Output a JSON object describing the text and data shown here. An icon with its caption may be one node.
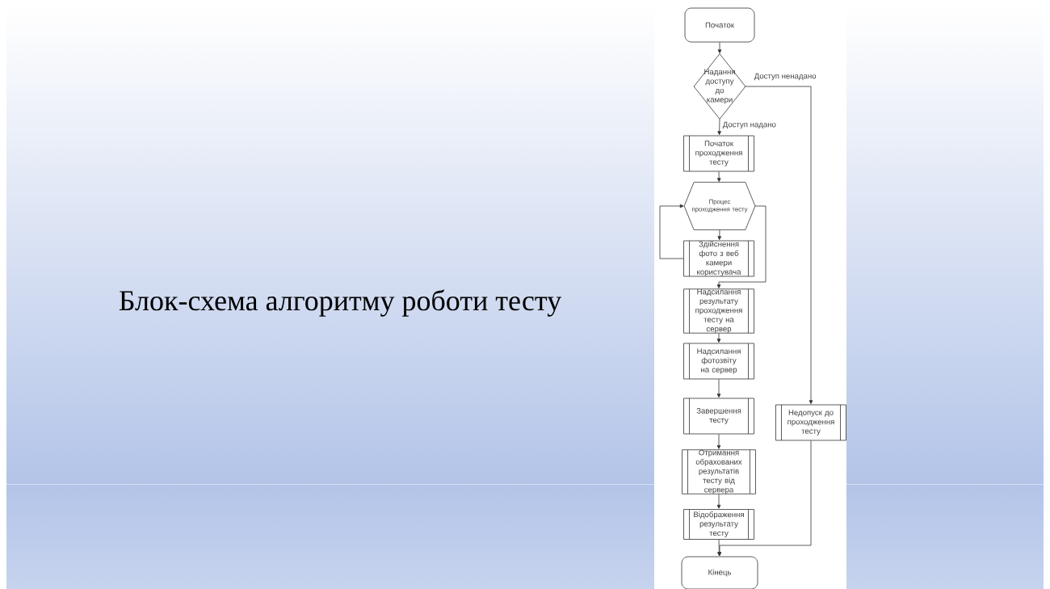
{
  "diagram": {
    "title": "Блок-схема алгоритму роботи тесту",
    "nodes": [
      {
        "text": [
          "Початок"
        ]
      },
      {
        "text": [
          "Надання доступу до камери"
        ]
      },
      {
        "text": [
          "Початок проходження тесту"
        ]
      },
      {
        "text": [
          "Процес проходження тесту"
        ]
      },
      {
        "text": [
          "Здійснення фото з веб камери користувача"
        ]
      },
      {
        "text": [
          "Надсилання результату проходження тесту на сервер"
        ]
      },
      {
        "text": [
          "Надсилання фотозвіту на сервер"
        ]
      },
      {
        "text": [
          "Завершення тесту"
        ]
      },
      {
        "text": [
          "Отримання обрахованих результатів тесту від сервера"
        ]
      },
      {
        "text": [
          "Відображення результату тесту"
        ]
      },
      {
        "text": [
          "Кінець"
        ]
      },
      {
        "text": [
          "Недопуск до проходження тесту"
        ]
      }
    ],
    "edges": [
      {
        "from": 0,
        "to": 1,
        "arrow": "to"
      },
      {
        "from": 1,
        "to": 2,
        "arrow": "to",
        "label": "Доступ надано"
      },
      {
        "from": 1,
        "to": 11,
        "arrow": "to",
        "label": "Доступ ненадано"
      },
      {
        "from": 2,
        "to": 3,
        "arrow": "to"
      },
      {
        "from": 3,
        "to": 4,
        "arrow": "to"
      },
      {
        "from": 4,
        "to": 3,
        "arrow": "to"
      },
      {
        "from": 3,
        "to": 5,
        "arrow": "to"
      },
      {
        "from": 5,
        "to": 6,
        "arrow": "to"
      },
      {
        "from": 6,
        "to": 7,
        "arrow": "to"
      },
      {
        "from": 7,
        "to": 8,
        "arrow": "to"
      },
      {
        "from": 8,
        "to": 9,
        "arrow": "to"
      },
      {
        "from": 9,
        "to": 10,
        "arrow": "to"
      },
      {
        "from": 11,
        "to": 10,
        "arrow": "to"
      }
    ]
  }
}
